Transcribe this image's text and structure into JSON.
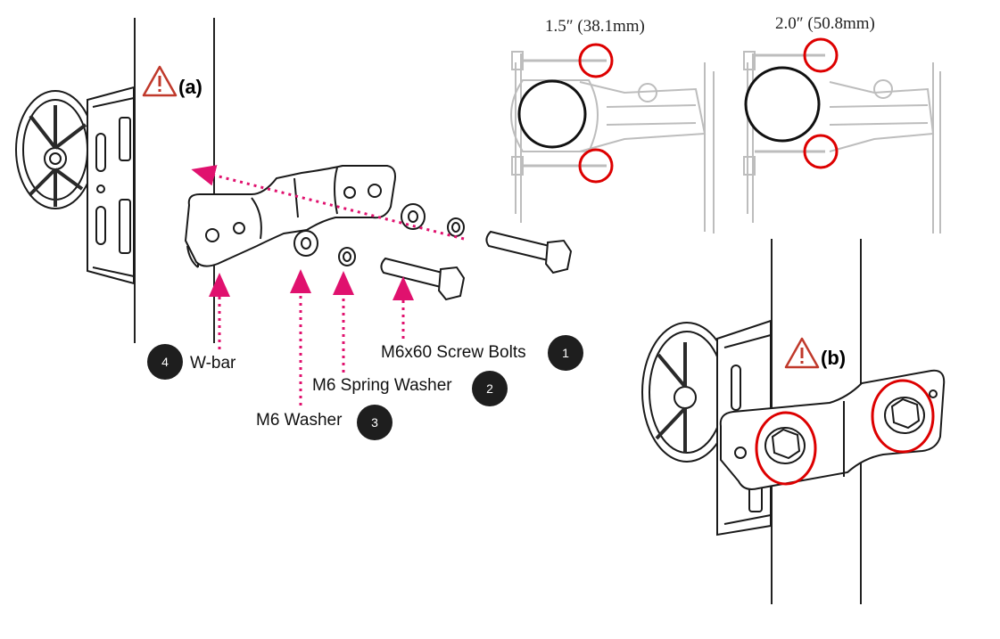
{
  "warnings": {
    "a": "(a)",
    "b": "(b)"
  },
  "sizes": {
    "left": "1.5″  (38.1mm)",
    "right": "2.0″  (50.8mm)"
  },
  "parts": [
    {
      "number": "1",
      "label": "M6x60 Screw Bolts"
    },
    {
      "number": "2",
      "label": "M6 Spring Washer"
    },
    {
      "number": "3",
      "label": "M6 Washer"
    },
    {
      "number": "4",
      "label": "W-bar"
    }
  ],
  "colors": {
    "callout": "#e0116e",
    "highlight": "#dd0000",
    "warning": "#c0392b",
    "line": "#222222",
    "faded": "#b5b5b5"
  },
  "icons": [
    "warning-icon",
    "pole",
    "mount-wheel",
    "w-bar",
    "bolt",
    "washer",
    "spring-washer",
    "arrow"
  ]
}
